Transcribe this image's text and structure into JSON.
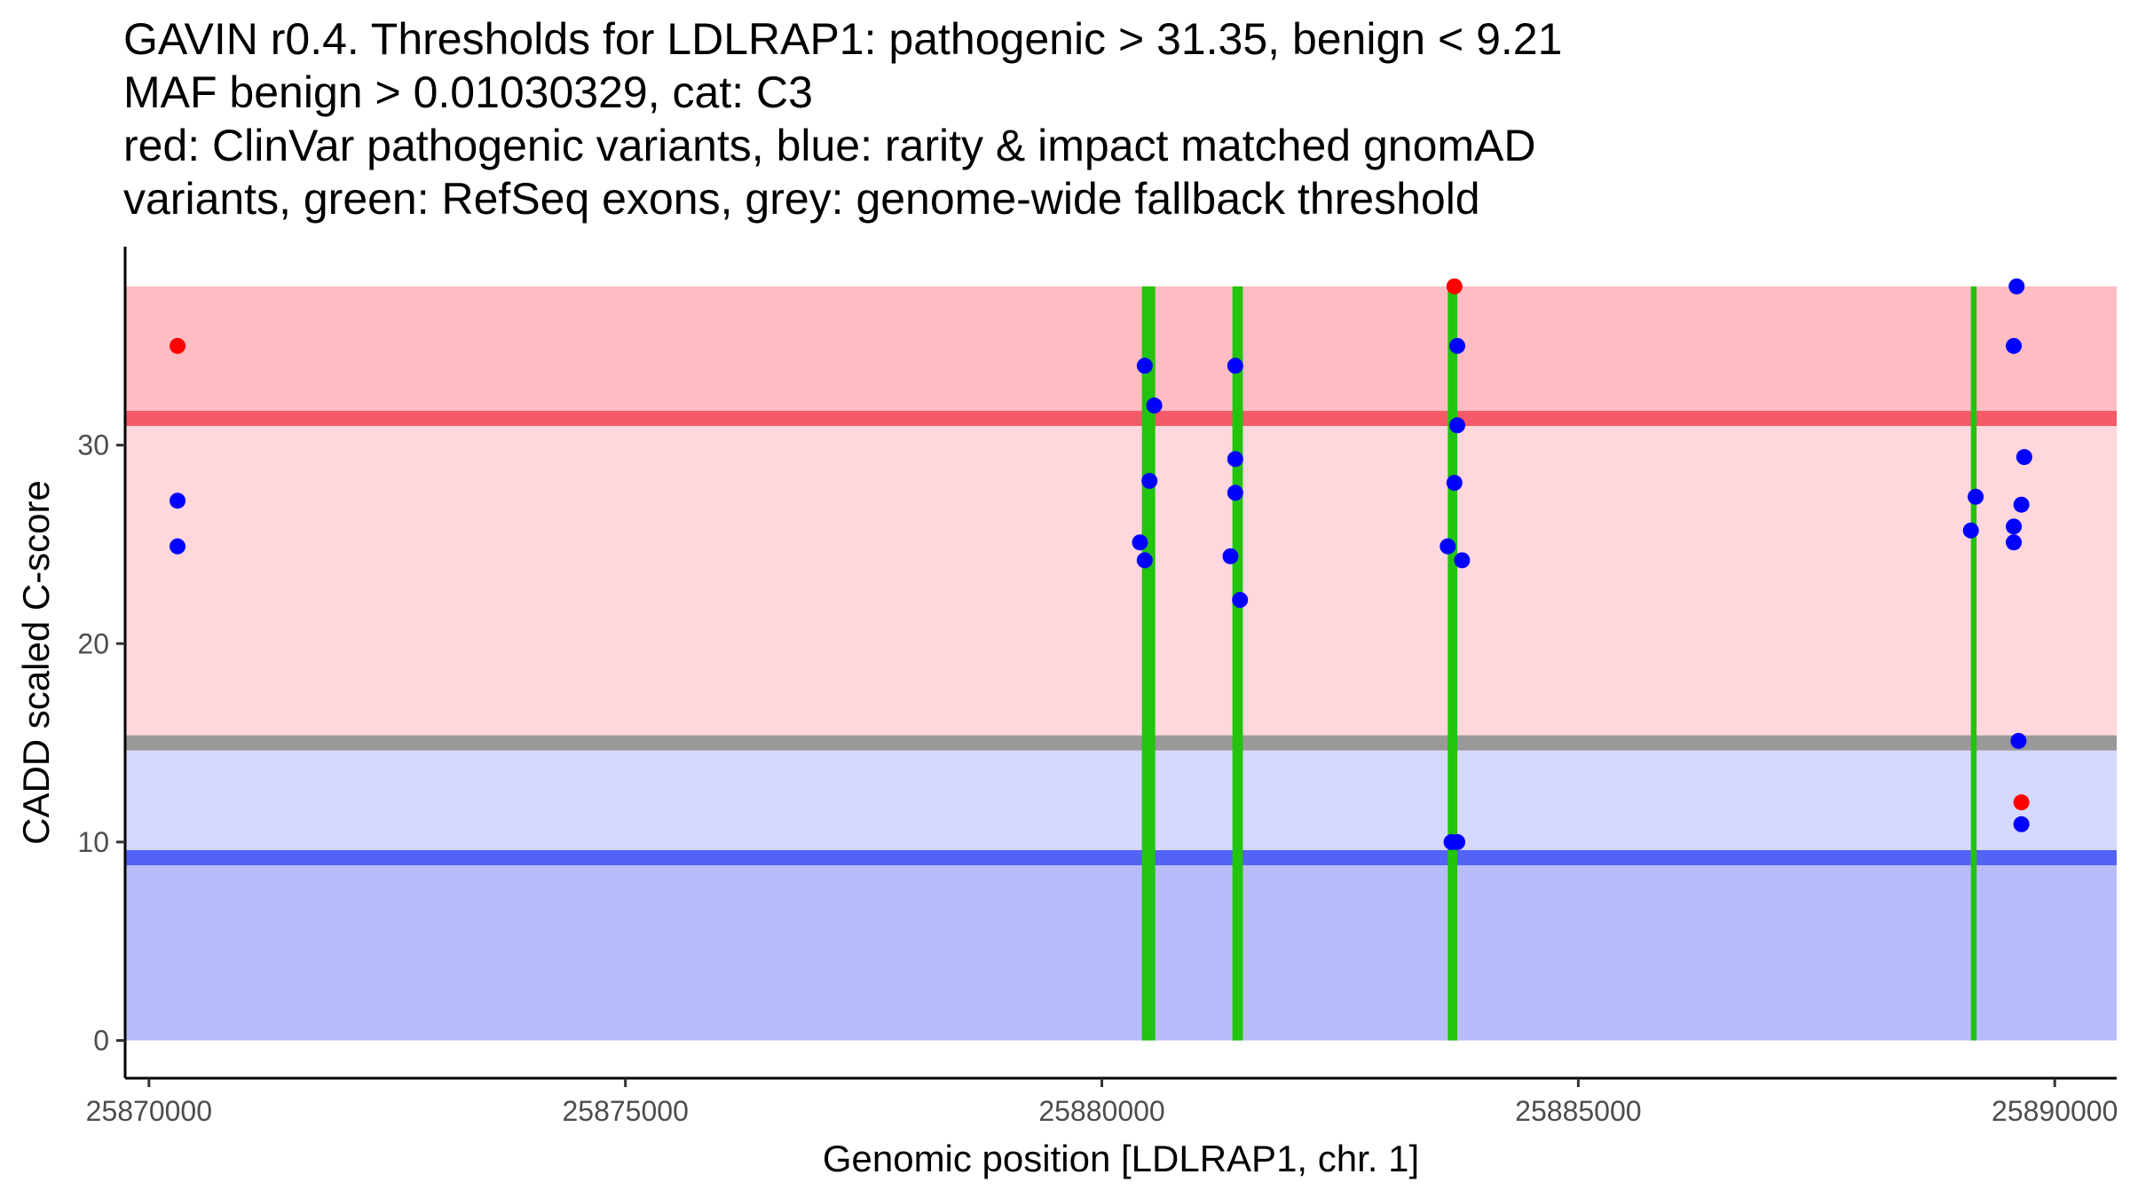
{
  "chart_data": {
    "type": "scatter",
    "title_lines": [
      "GAVIN r0.4. Thresholds for LDLRAP1: pathogenic > 31.35, benign < 9.21",
      "MAF benign > 0.01030329, cat: C3",
      "red: ClinVar pathogenic variants, blue: rarity & impact matched gnomAD",
      "variants, green: RefSeq exons, grey: genome-wide fallback threshold"
    ],
    "xlabel": "Genomic position [LDLRAP1, chr. 1]",
    "ylabel": "CADD scaled C-score",
    "xlim": [
      25869750,
      25890650
    ],
    "ylim": [
      -1.9,
      40
    ],
    "xticks": [
      25870000,
      25875000,
      25880000,
      25885000,
      25890000
    ],
    "xtick_labels": [
      "25870000",
      "25875000",
      "25880000",
      "25885000",
      "25890000"
    ],
    "yticks": [
      0,
      10,
      20,
      30
    ],
    "ytick_labels": [
      "0",
      "10",
      "20",
      "30"
    ],
    "grid": false,
    "bands": [
      {
        "name": "pathogenic region",
        "y0": 31.35,
        "y1": 38,
        "color": "#ffbcc3"
      },
      {
        "name": "intermediate region",
        "y0": 15,
        "y1": 31.35,
        "color": "#ffd7dd"
      },
      {
        "name": "intermediate benign region",
        "y0": 9.21,
        "y1": 15,
        "color": "#d6d8fe"
      },
      {
        "name": "benign region",
        "y0": 0,
        "y1": 9.21,
        "color": "#b9bcfb"
      }
    ],
    "threshold_lines": [
      {
        "name": "pathogenic threshold",
        "y": 31.35,
        "color": "#f45a68"
      },
      {
        "name": "genome-wide fallback threshold",
        "y": 15,
        "color": "#999999"
      },
      {
        "name": "benign threshold",
        "y": 9.21,
        "color": "#5263f5"
      }
    ],
    "exons": [
      {
        "start": 25880420,
        "end": 25880560,
        "color": "#22c40e"
      },
      {
        "start": 25881370,
        "end": 25881480,
        "color": "#22c40e"
      },
      {
        "start": 25883630,
        "end": 25883730,
        "color": "#22c40e"
      },
      {
        "start": 25889120,
        "end": 25889180,
        "color": "#22c40e"
      }
    ],
    "series": [
      {
        "name": "ClinVar pathogenic variants",
        "color": "#ff0000",
        "points": [
          {
            "x": 25870300,
            "y": 35
          },
          {
            "x": 25883700,
            "y": 38
          },
          {
            "x": 25889650,
            "y": 12
          }
        ]
      },
      {
        "name": "rarity & impact matched gnomAD variants",
        "color": "#0000ff",
        "points": [
          {
            "x": 25870300,
            "y": 27.2
          },
          {
            "x": 25870300,
            "y": 24.9
          },
          {
            "x": 25880450,
            "y": 34
          },
          {
            "x": 25880550,
            "y": 32
          },
          {
            "x": 25880500,
            "y": 28.2
          },
          {
            "x": 25880400,
            "y": 25.1
          },
          {
            "x": 25880450,
            "y": 24.2
          },
          {
            "x": 25881400,
            "y": 34
          },
          {
            "x": 25881400,
            "y": 29.3
          },
          {
            "x": 25881400,
            "y": 27.6
          },
          {
            "x": 25881350,
            "y": 24.4
          },
          {
            "x": 25881450,
            "y": 22.2
          },
          {
            "x": 25883730,
            "y": 35
          },
          {
            "x": 25883730,
            "y": 31
          },
          {
            "x": 25883700,
            "y": 28.1
          },
          {
            "x": 25883630,
            "y": 24.9
          },
          {
            "x": 25883780,
            "y": 24.2
          },
          {
            "x": 25883670,
            "y": 10
          },
          {
            "x": 25883730,
            "y": 10
          },
          {
            "x": 25889120,
            "y": 25.7
          },
          {
            "x": 25889170,
            "y": 27.4
          },
          {
            "x": 25889600,
            "y": 38
          },
          {
            "x": 25889570,
            "y": 35
          },
          {
            "x": 25889680,
            "y": 29.4
          },
          {
            "x": 25889650,
            "y": 27
          },
          {
            "x": 25889570,
            "y": 25.9
          },
          {
            "x": 25889570,
            "y": 25.1
          },
          {
            "x": 25889620,
            "y": 15.1
          },
          {
            "x": 25889650,
            "y": 10.9
          }
        ]
      }
    ]
  }
}
